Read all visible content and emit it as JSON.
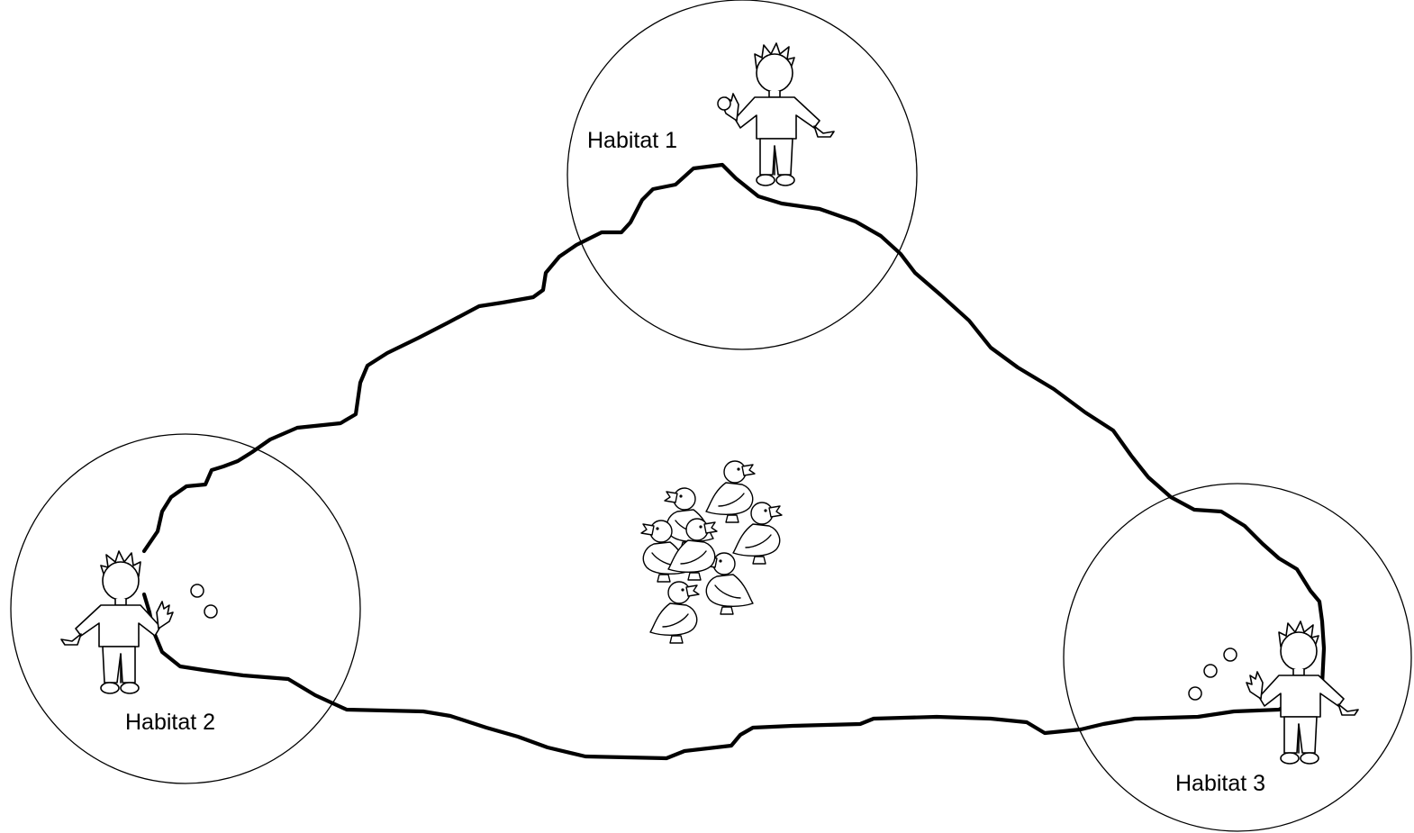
{
  "habitats": [
    {
      "id": 1,
      "label": "Habitat 1"
    },
    {
      "id": 2,
      "label": "Habitat 2"
    },
    {
      "id": 3,
      "label": "Habitat 3"
    }
  ],
  "ducks": {
    "count": 7
  },
  "bread_crumbs": {
    "habitat_1": 1,
    "habitat_2": 2,
    "habitat_3": 3
  }
}
